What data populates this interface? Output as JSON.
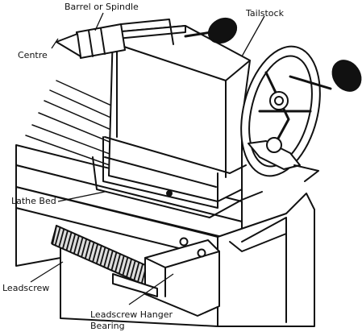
{
  "labels": {
    "barrel": "Barrel or Spindle",
    "tailstock": "Tailstock",
    "centre": "Centre",
    "lathe_bed": "Lathe Bed",
    "leadscrew": "Leadscrew",
    "hanger_line1": "Leadscrew Hanger",
    "hanger_line2": "Bearing"
  },
  "colors": {
    "ink": "#111111",
    "paper": "#ffffff"
  }
}
